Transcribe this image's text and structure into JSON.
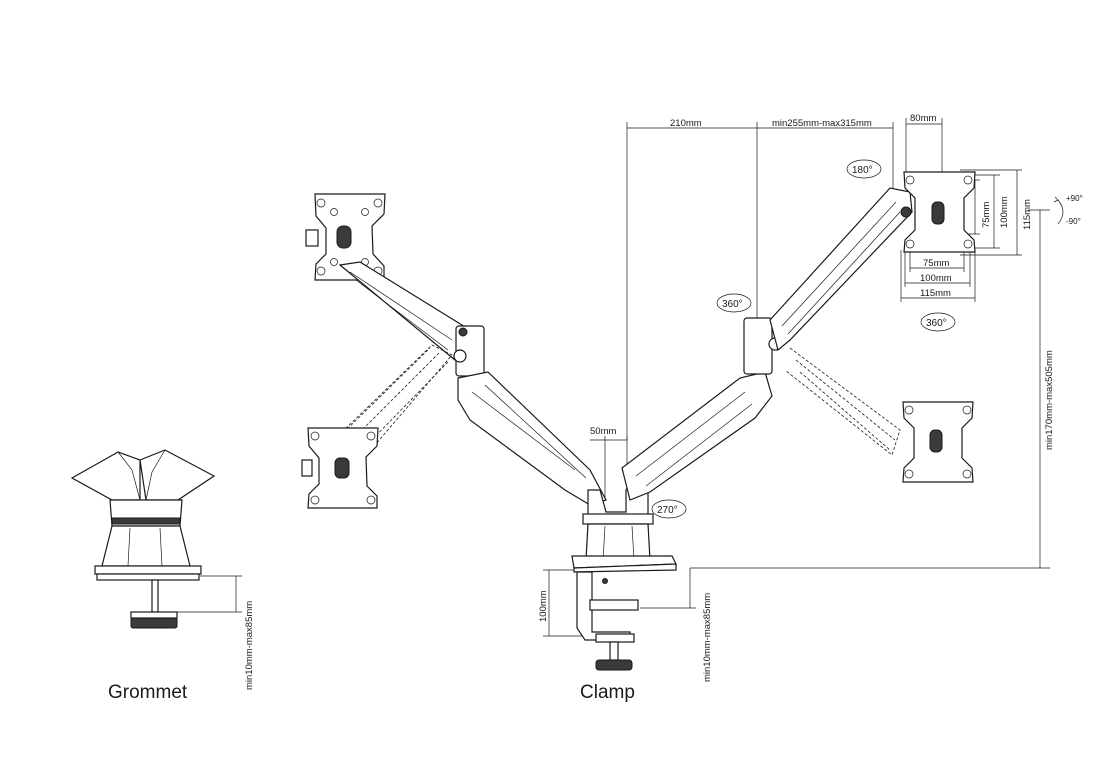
{
  "dimensions": {
    "d210": "210mm",
    "reach": "min255mm-max315mm",
    "d80": "80mm",
    "d75v": "75mm",
    "d100v": "100mm",
    "d115v": "115mm",
    "d75h": "75mm",
    "d100h": "100mm",
    "d115h": "115mm",
    "d50": "50mm",
    "height": "min170mm-max505mm",
    "clamp_desk": "min10mm-max85mm",
    "clamp_h": "100mm",
    "grommet_desk": "min10mm-max85mm"
  },
  "rotations": {
    "r180": "180°",
    "r360_left": "360°",
    "r360_right": "360°",
    "r270": "270°",
    "tilt_up": "+90°",
    "tilt_down": "-90°"
  },
  "captions": {
    "grommet": "Grommet",
    "clamp": "Clamp"
  },
  "icons": [
    "rotation-arrow-icon",
    "tilt-arrow-icon"
  ]
}
